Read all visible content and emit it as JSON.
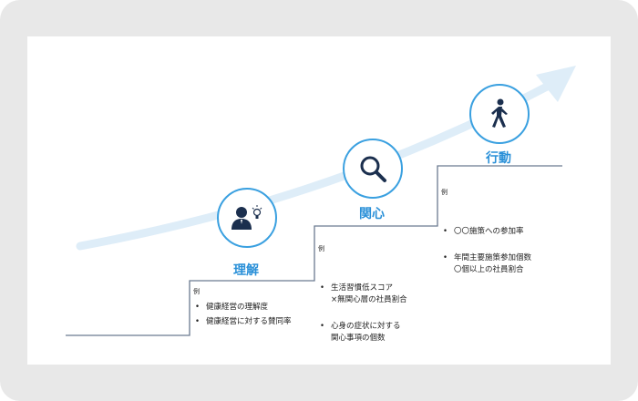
{
  "colors": {
    "accent": "#2a90d8",
    "arrow": "#deedf8",
    "steps": "#6b7a90",
    "icon": "#1b2f4e"
  },
  "stages": [
    {
      "label": "理解",
      "icon": "person-lightbulb-icon",
      "example_label": "例",
      "items": [
        "健康経営の理解度",
        "健康経営に対する賛同率"
      ]
    },
    {
      "label": "関心",
      "icon": "magnifier-icon",
      "example_label": "例",
      "items": [
        "生活習慣低スコア\n×無関心層の社員割合",
        "心身の症状に対する\n関心事項の個数"
      ]
    },
    {
      "label": "行動",
      "icon": "walking-person-icon",
      "example_label": "例",
      "items": [
        "〇〇施策への参加率",
        "年間主要施策参加個数\n〇個以上の社員割合"
      ]
    }
  ]
}
